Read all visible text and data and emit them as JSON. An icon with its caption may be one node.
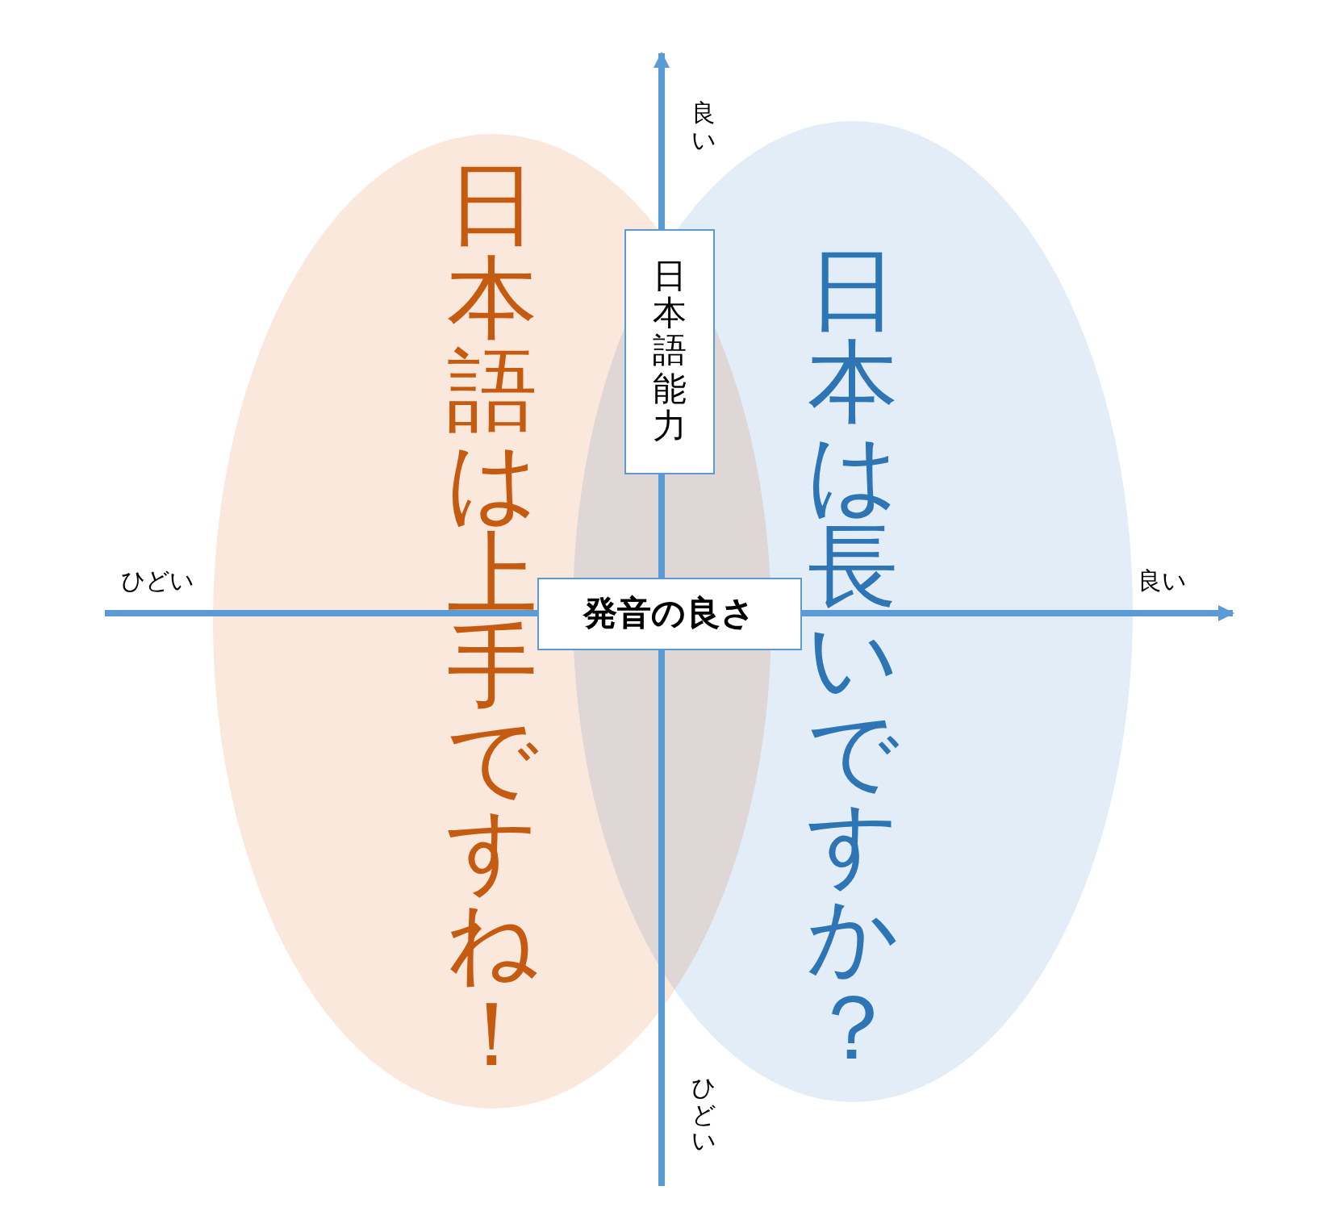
{
  "diagram": {
    "nodes": [
      {
        "text": [
          "日本語は上手ですね！"
        ]
      },
      {
        "text": [
          "日本は長いですか？"
        ]
      },
      {
        "text": [
          "日本語能力"
        ]
      },
      {
        "text": [
          "発音の良さ"
        ]
      }
    ],
    "labels": [
      "良い",
      "ひどい",
      "良い",
      "ひどい"
    ]
  }
}
